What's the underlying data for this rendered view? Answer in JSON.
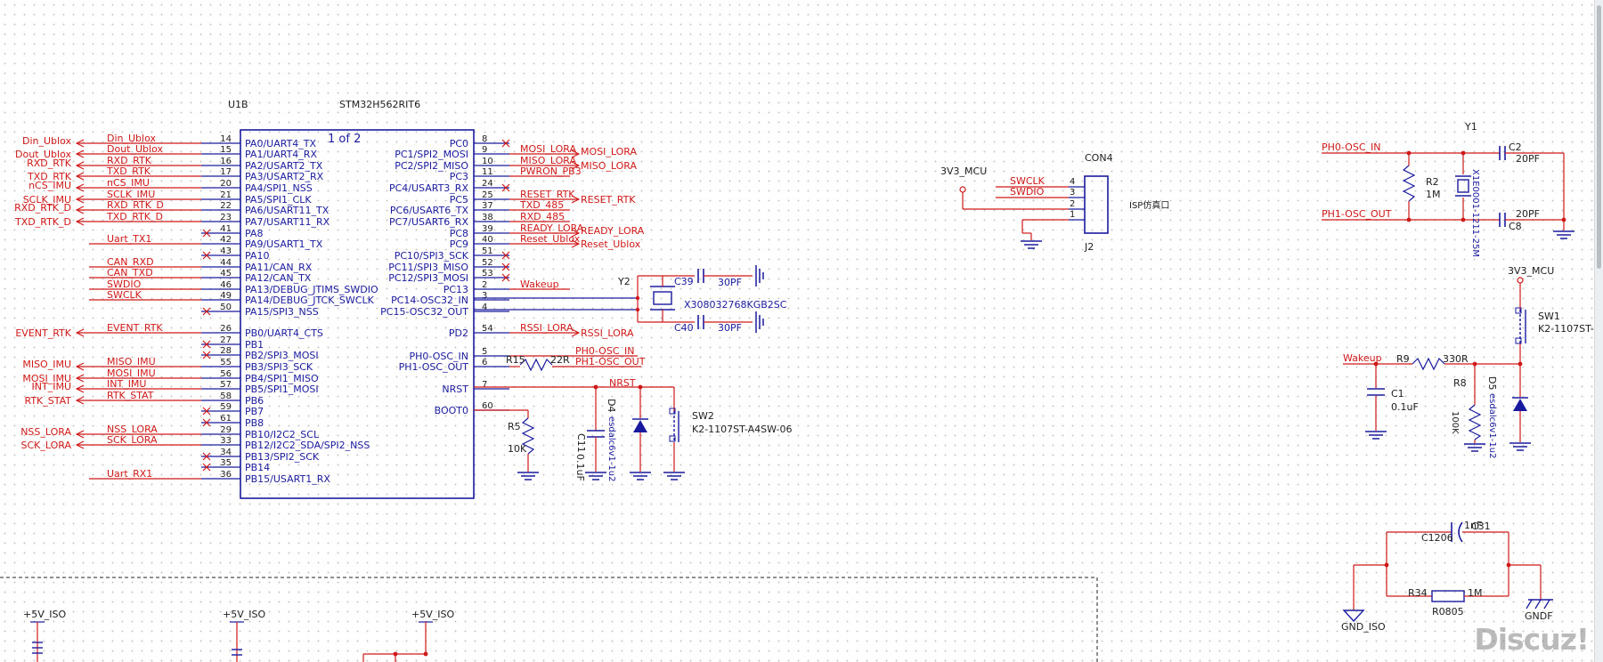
{
  "colors": {
    "net": "#d01818",
    "part": "#1a1a9e",
    "ink": "#202020"
  },
  "mcu": {
    "refdes": "U1B",
    "part": "STM32H562RIT6",
    "section": "1 of 2",
    "left_pins": [
      {
        "num": "14",
        "name": "PA0/UART4_TX"
      },
      {
        "num": "15",
        "name": "PA1/UART4_RX"
      },
      {
        "num": "16",
        "name": "PA2/USART2_TX"
      },
      {
        "num": "17",
        "name": "PA3/USART2_RX"
      },
      {
        "num": "20",
        "name": "PA4/SPI1_NSS"
      },
      {
        "num": "21",
        "name": "PA5/SPI1_CLK"
      },
      {
        "num": "22",
        "name": "PA6/USART11_TX"
      },
      {
        "num": "23",
        "name": "PA7/USART11_RX"
      },
      {
        "num": "41",
        "name": "PA8"
      },
      {
        "num": "42",
        "name": "PA9/USART1_TX"
      },
      {
        "num": "43",
        "name": "PA10"
      },
      {
        "num": "44",
        "name": "PA11/CAN_RX"
      },
      {
        "num": "45",
        "name": "PA12/CAN_TX"
      },
      {
        "num": "46",
        "name": "PA13/DEBUG_JTIMS_SWDIO"
      },
      {
        "num": "49",
        "name": "PA14/DEBUG_JTCK_SWCLK"
      },
      {
        "num": "50",
        "name": "PA15/SPI3_NSS"
      },
      {
        "num": "26",
        "name": "PB0/UART4_CTS"
      },
      {
        "num": "27",
        "name": "PB1"
      },
      {
        "num": "28",
        "name": "PB2/SPI3_MOSI"
      },
      {
        "num": "55",
        "name": "PB3/SPI3_SCK"
      },
      {
        "num": "56",
        "name": "PB4/SPI1_MISO"
      },
      {
        "num": "57",
        "name": "PB5/SPI1_MOSI"
      },
      {
        "num": "58",
        "name": "PB6"
      },
      {
        "num": "59",
        "name": "PB7"
      },
      {
        "num": "61",
        "name": "PB8"
      },
      {
        "num": "29",
        "name": "PB10/I2C2_SCL"
      },
      {
        "num": "33",
        "name": "PB12/I2C2_SDA/SPI2_NSS"
      },
      {
        "num": "34",
        "name": "PB13/SPI2_SCK"
      },
      {
        "num": "35",
        "name": "PB14"
      },
      {
        "num": "36",
        "name": "PB15/USART1_RX"
      }
    ],
    "right_pins": [
      {
        "num": "8",
        "name": "PC0"
      },
      {
        "num": "9",
        "name": "PC1/SPI2_MOSI"
      },
      {
        "num": "10",
        "name": "PC2/SPI2_MISO"
      },
      {
        "num": "11",
        "name": "PC3"
      },
      {
        "num": "24",
        "name": "PC4/USART3_RX"
      },
      {
        "num": "25",
        "name": "PC5"
      },
      {
        "num": "37",
        "name": "PC6/USART6_TX"
      },
      {
        "num": "38",
        "name": "PC7/USART6_RX"
      },
      {
        "num": "39",
        "name": "PC8"
      },
      {
        "num": "40",
        "name": "PC9"
      },
      {
        "num": "51",
        "name": "PC10/SPI3_SCK"
      },
      {
        "num": "52",
        "name": "PC11/SPI3_MISO"
      },
      {
        "num": "53",
        "name": "PC12/SPI3_MOSI"
      },
      {
        "num": "2",
        "name": "PC13"
      },
      {
        "num": "3",
        "name": "PC14-OSC32_IN"
      },
      {
        "num": "4",
        "name": "PC15-OSC32_OUT"
      },
      {
        "num": "54",
        "name": "PD2"
      },
      {
        "num": "5",
        "name": "PH0-OSC_IN"
      },
      {
        "num": "6",
        "name": "PH1-OSC_OUT"
      },
      {
        "num": "7",
        "name": "NRST"
      },
      {
        "num": "60",
        "name": "BOOT0"
      }
    ]
  },
  "left_nets": [
    {
      "wire": "Din_Ublox",
      "port": "Din_Ublox"
    },
    {
      "wire": "Dout_Ublox",
      "port": "Dout_Ublox"
    },
    {
      "wire": "RXD_RTK",
      "port": "RXD_RTK"
    },
    {
      "wire": "TXD_RTK",
      "port": "TXD_RTK"
    },
    {
      "wire": "nCS_IMU",
      "port": "nCS_IMU"
    },
    {
      "wire": "SCLK_IMU",
      "port": "SCLK_IMU"
    },
    {
      "wire": "RXD_RTK_D",
      "port": "RXD_RTK_D"
    },
    {
      "wire": "TXD_RTK_D",
      "port": "TXD_RTK_D"
    },
    {
      "wire": "Uart_TX1",
      "port": ""
    },
    {
      "wire": "CAN_RXD",
      "port": ""
    },
    {
      "wire": "CAN_TXD",
      "port": ""
    },
    {
      "wire": "SWDIO",
      "port": ""
    },
    {
      "wire": "SWCLK",
      "port": ""
    },
    {
      "wire": "EVENT_RTK",
      "port": "EVENT_RTK"
    },
    {
      "wire": "MISO_IMU",
      "port": "MISO_IMU"
    },
    {
      "wire": "MOSI_IMU",
      "port": "MOSI_IMU"
    },
    {
      "wire": "INT_IMU",
      "port": "INT_IMU"
    },
    {
      "wire": "RTK_STAT",
      "port": "RTK_STAT"
    },
    {
      "wire": "NSS_LORA",
      "port": "NSS_LORA"
    },
    {
      "wire": "SCK_LORA",
      "port": "SCK_LORA"
    },
    {
      "wire": "Uart_RX1",
      "port": ""
    }
  ],
  "right_nets": [
    {
      "wire": "MOSI_LORA",
      "port": "MOSI_LORA"
    },
    {
      "wire": "MISO_LORA",
      "port": "MISO_LORA"
    },
    {
      "wire": "PWRON_PB3",
      "port": ""
    },
    {
      "wire": "RESET_RTK",
      "port": "RESET_RTK"
    },
    {
      "wire": "TXD_485",
      "port": ""
    },
    {
      "wire": "RXD_485",
      "port": ""
    },
    {
      "wire": "READY_LORA",
      "port": "READY_LORA"
    },
    {
      "wire": "Reset_Ublox",
      "port": "Reset_Ublox"
    },
    {
      "wire": "Wakeup",
      "port": ""
    },
    {
      "wire": "RSSI_LORA",
      "port": "RSSI_LORA"
    },
    {
      "wire": "PH0-OSC_IN",
      "port": ""
    },
    {
      "wire": "PH1-OSC_OUT",
      "port": ""
    },
    {
      "wire": "NRST",
      "port": ""
    }
  ],
  "crystal32k": {
    "ref": "Y2",
    "part": "X308032768KGB2SC",
    "c1_ref": "C39",
    "c1_val": "30PF",
    "c2_ref": "C40",
    "c2_val": "30PF"
  },
  "osc_res": {
    "ref": "R15",
    "val": "22R"
  },
  "boot": {
    "ref": "R5",
    "val": "10K"
  },
  "reset": {
    "cap_ref": "C11",
    "cap_val": "0.1uF",
    "tvs_ref": "D4",
    "tvs_part": "esdalc6v1-1u2",
    "sw_ref": "SW2",
    "sw_part": "K2-1107ST-A4SW-06"
  },
  "isp": {
    "supply": "3V3_MCU",
    "ref": "CON4",
    "ref2": "J2",
    "label": "ISP仿真口",
    "pins": [
      {
        "num": "4",
        "net": "SWCLK"
      },
      {
        "num": "3",
        "net": "SWDIO"
      },
      {
        "num": "2",
        "net": ""
      },
      {
        "num": "1",
        "net": ""
      }
    ]
  },
  "hse": {
    "ref": "Y1",
    "part": "X1E0001-1211-25M",
    "in_net": "PH0-OSC_IN",
    "out_net": "PH1-OSC_OUT",
    "res_ref": "R2",
    "res_val": "1M",
    "c_top_ref": "C2",
    "c_top_val": "20PF",
    "c_bot_ref": "C8",
    "c_bot_val": "20PF"
  },
  "wake": {
    "supply": "3V3_MCU",
    "sw_ref": "SW1",
    "sw_part": "K2-1107ST-",
    "net": "Wakeup",
    "r_ref": "R9",
    "r_val": "330R",
    "c_ref": "C1",
    "c_val": "0.1uF",
    "r2_ref": "R8",
    "r2_val": "100K",
    "d_ref": "D5",
    "d_part": "esdalc6v1-1u2"
  },
  "gnd_link": {
    "c_ref": "C31",
    "c_val": "1nF",
    "c_pkg": "C1206",
    "r_ref": "R34",
    "r_val": "1M",
    "r_pkg": "R0805",
    "gnd_iso": "GND_ISO",
    "gndf": "GNDF"
  },
  "bottom_supplies": [
    "+5V_ISO",
    "+5V_ISO",
    "+5V_ISO"
  ],
  "watermark": "Discuz!"
}
